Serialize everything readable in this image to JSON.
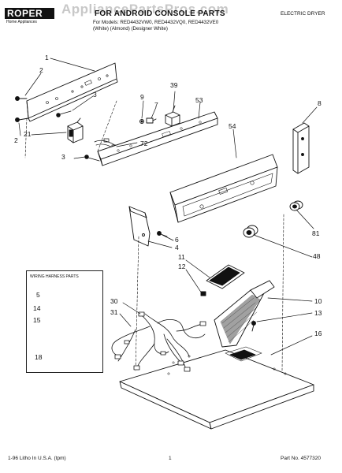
{
  "brand": {
    "logo_text": "ROPER",
    "tagline": "Home Appliances"
  },
  "watermark": "AppliancePartsPros.com",
  "header": {
    "title": "FOR ANDROID CONSOLE PARTS",
    "models_line": "For Models: RED4432VW0, RED4432VQ0, RED4432VE0",
    "colors_line": "(White)    (Almond)   (Designer White)",
    "doc_type": "ELECTRIC DRYER"
  },
  "callouts": {
    "c1": "1",
    "c2a": "2",
    "c2b": "2",
    "c3a": "3",
    "c3b": "3",
    "c4": "4",
    "c5": "5",
    "c6": "6",
    "c7": "7",
    "c8": "8",
    "c9": "9",
    "c10": "10",
    "c11": "11",
    "c12": "12",
    "c13": "13",
    "c14": "14",
    "c15": "15",
    "c16": "16",
    "c18": "18",
    "c21": "21",
    "c30": "30",
    "c31": "31",
    "c39": "39",
    "c48": "48",
    "c53": "53",
    "c54": "54",
    "c72": "72",
    "c81": "81"
  },
  "legend": {
    "title": "WIRING HARNESS PARTS"
  },
  "footer": {
    "litho": "1-96 Litho In U.S.A. (tpm)",
    "page": "1",
    "part_no": "Part No. 4577320"
  },
  "colors": {
    "ink": "#111111",
    "watermark": "#c8c8c8"
  }
}
